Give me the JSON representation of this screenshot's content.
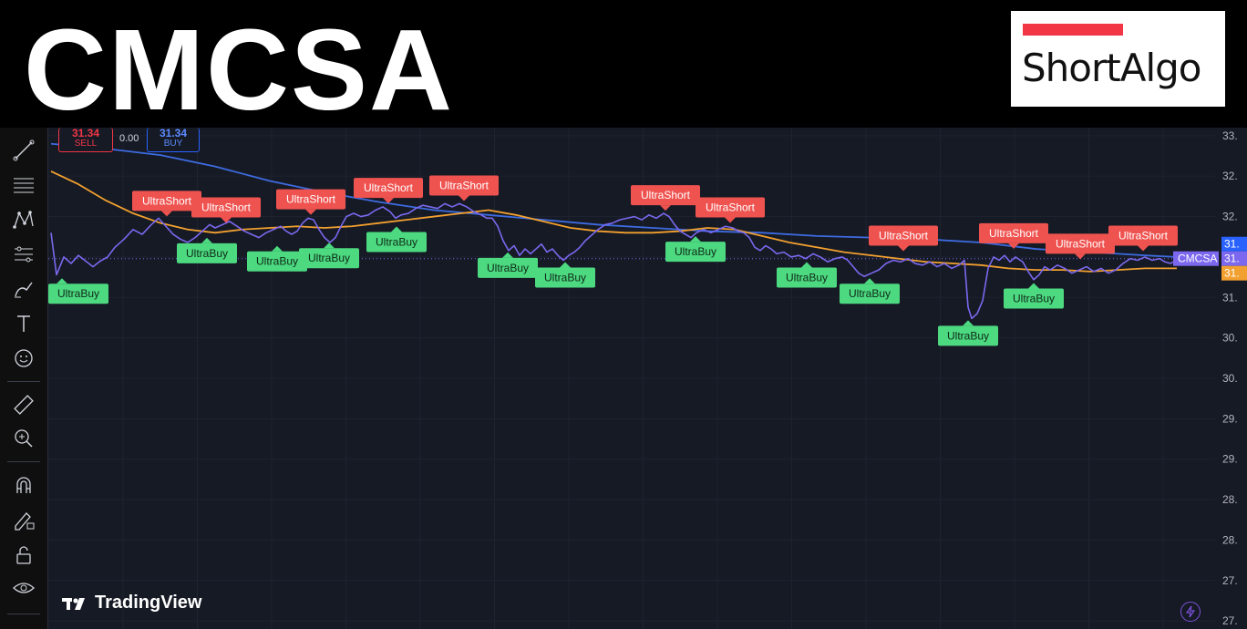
{
  "header": {
    "ticker": "CMCSA",
    "logo_text": "ShortAlgo",
    "logo_bar_color": "#f23645"
  },
  "trade": {
    "sell_price": "31.34",
    "sell_label": "SELL",
    "spread": "0.00",
    "buy_price": "31.34",
    "buy_label": "BUY"
  },
  "branding": {
    "tradingview": "TradingView"
  },
  "toolbar": {
    "tools": [
      "trend-line-icon",
      "horizontal-lines-icon",
      "pattern-icon",
      "fib-icon",
      "brush-icon",
      "text-icon",
      "emoji-icon",
      "ruler-icon",
      "zoom-icon",
      "magnet-icon",
      "lock-drawings-icon",
      "unlock-icon",
      "eye-icon"
    ]
  },
  "chart_data": {
    "type": "line",
    "symbol": "CMCSA",
    "ylim": [
      26.9,
      33.1
    ],
    "y_tick_labels": [
      "33.",
      "32.",
      "32.",
      "31.",
      "31.",
      "30.",
      "30.",
      "29.",
      "29.",
      "28.",
      "28.",
      "27.",
      "27."
    ],
    "y_ticks": [
      33.0,
      32.5,
      32.0,
      31.5,
      31.0,
      30.5,
      30.0,
      29.5,
      29.0,
      28.5,
      28.0,
      27.5,
      27.0
    ],
    "grid": true,
    "colors": {
      "price": "#7b68ee",
      "ma_slow": "#3d6be0",
      "ma_fast": "#f2a02f",
      "buy": "#4cd980",
      "short": "#ef5350"
    },
    "series": [
      {
        "role": "price",
        "points": [
          [
            0,
            31.8
          ],
          [
            6,
            31.28
          ],
          [
            14,
            31.5
          ],
          [
            22,
            31.42
          ],
          [
            30,
            31.52
          ],
          [
            38,
            31.45
          ],
          [
            46,
            31.38
          ],
          [
            54,
            31.45
          ],
          [
            62,
            31.5
          ],
          [
            70,
            31.62
          ],
          [
            80,
            31.72
          ],
          [
            90,
            31.84
          ],
          [
            100,
            31.78
          ],
          [
            110,
            31.9
          ],
          [
            118,
            31.98
          ],
          [
            126,
            31.88
          ],
          [
            134,
            31.78
          ],
          [
            142,
            31.72
          ],
          [
            150,
            31.68
          ],
          [
            158,
            31.74
          ],
          [
            166,
            31.82
          ],
          [
            174,
            31.9
          ],
          [
            180,
            31.86
          ],
          [
            188,
            31.9
          ],
          [
            196,
            31.94
          ],
          [
            204,
            31.88
          ],
          [
            212,
            31.82
          ],
          [
            220,
            31.78
          ],
          [
            228,
            31.74
          ],
          [
            236,
            31.8
          ],
          [
            244,
            31.84
          ],
          [
            252,
            31.88
          ],
          [
            258,
            31.82
          ],
          [
            264,
            31.78
          ],
          [
            270,
            31.82
          ],
          [
            276,
            31.92
          ],
          [
            282,
            31.98
          ],
          [
            288,
            31.96
          ],
          [
            294,
            31.84
          ],
          [
            300,
            31.74
          ],
          [
            306,
            31.68
          ],
          [
            312,
            31.74
          ],
          [
            318,
            31.88
          ],
          [
            324,
            32.0
          ],
          [
            332,
            32.04
          ],
          [
            340,
            32.0
          ],
          [
            348,
            32.02
          ],
          [
            356,
            32.08
          ],
          [
            364,
            32.12
          ],
          [
            372,
            32.06
          ],
          [
            378,
            31.98
          ],
          [
            384,
            32.02
          ],
          [
            392,
            32.04
          ],
          [
            400,
            32.1
          ],
          [
            408,
            32.14
          ],
          [
            416,
            32.12
          ],
          [
            424,
            32.1
          ],
          [
            432,
            32.16
          ],
          [
            440,
            32.12
          ],
          [
            448,
            32.16
          ],
          [
            456,
            32.12
          ],
          [
            464,
            32.06
          ],
          [
            472,
            32.02
          ],
          [
            478,
            31.98
          ],
          [
            484,
            31.98
          ],
          [
            490,
            31.88
          ],
          [
            496,
            31.7
          ],
          [
            502,
            31.58
          ],
          [
            508,
            31.64
          ],
          [
            514,
            31.52
          ],
          [
            520,
            31.6
          ],
          [
            526,
            31.54
          ],
          [
            532,
            31.6
          ],
          [
            538,
            31.66
          ],
          [
            544,
            31.56
          ],
          [
            550,
            31.6
          ],
          [
            556,
            31.52
          ],
          [
            562,
            31.46
          ],
          [
            568,
            31.52
          ],
          [
            574,
            31.56
          ],
          [
            580,
            31.62
          ],
          [
            586,
            31.7
          ],
          [
            592,
            31.76
          ],
          [
            600,
            31.84
          ],
          [
            608,
            31.9
          ],
          [
            616,
            31.92
          ],
          [
            624,
            31.96
          ],
          [
            632,
            31.98
          ],
          [
            640,
            32.0
          ],
          [
            648,
            31.96
          ],
          [
            656,
            32.02
          ],
          [
            664,
            31.98
          ],
          [
            672,
            32.04
          ],
          [
            678,
            32.0
          ],
          [
            684,
            31.9
          ],
          [
            690,
            31.82
          ],
          [
            696,
            31.78
          ],
          [
            702,
            31.74
          ],
          [
            708,
            31.8
          ],
          [
            716,
            31.84
          ],
          [
            724,
            31.8
          ],
          [
            732,
            31.84
          ],
          [
            740,
            31.88
          ],
          [
            748,
            31.86
          ],
          [
            754,
            31.82
          ],
          [
            760,
            31.8
          ],
          [
            766,
            31.74
          ],
          [
            772,
            31.62
          ],
          [
            778,
            31.58
          ],
          [
            784,
            31.64
          ],
          [
            790,
            31.6
          ],
          [
            796,
            31.54
          ],
          [
            804,
            31.56
          ],
          [
            812,
            31.5
          ],
          [
            820,
            31.52
          ],
          [
            828,
            31.48
          ],
          [
            836,
            31.54
          ],
          [
            844,
            31.5
          ],
          [
            852,
            31.44
          ],
          [
            860,
            31.48
          ],
          [
            868,
            31.5
          ],
          [
            874,
            31.46
          ],
          [
            880,
            31.38
          ],
          [
            886,
            31.3
          ],
          [
            892,
            31.26
          ],
          [
            900,
            31.3
          ],
          [
            908,
            31.34
          ],
          [
            916,
            31.42
          ],
          [
            924,
            31.46
          ],
          [
            932,
            31.44
          ],
          [
            940,
            31.48
          ],
          [
            948,
            31.42
          ],
          [
            956,
            31.4
          ],
          [
            964,
            31.44
          ],
          [
            972,
            31.38
          ],
          [
            980,
            31.42
          ],
          [
            988,
            31.36
          ],
          [
            996,
            31.4
          ],
          [
            1002,
            31.46
          ],
          [
            1006,
            30.88
          ],
          [
            1010,
            30.74
          ],
          [
            1016,
            30.8
          ],
          [
            1022,
            30.96
          ],
          [
            1028,
            31.36
          ],
          [
            1034,
            31.5
          ],
          [
            1040,
            31.46
          ],
          [
            1046,
            31.52
          ],
          [
            1052,
            31.44
          ],
          [
            1058,
            31.5
          ],
          [
            1066,
            31.44
          ],
          [
            1072,
            31.32
          ],
          [
            1078,
            31.22
          ],
          [
            1084,
            31.28
          ],
          [
            1090,
            31.38
          ],
          [
            1096,
            31.34
          ],
          [
            1104,
            31.4
          ],
          [
            1112,
            31.36
          ],
          [
            1120,
            31.3
          ],
          [
            1128,
            31.34
          ],
          [
            1136,
            31.38
          ],
          [
            1144,
            31.32
          ],
          [
            1152,
            31.36
          ],
          [
            1160,
            31.3
          ],
          [
            1168,
            31.34
          ],
          [
            1176,
            31.42
          ],
          [
            1184,
            31.48
          ],
          [
            1192,
            31.46
          ],
          [
            1200,
            31.5
          ],
          [
            1208,
            31.46
          ],
          [
            1216,
            31.48
          ],
          [
            1222,
            31.44
          ],
          [
            1228,
            31.42
          ],
          [
            1234,
            31.46
          ]
        ]
      },
      {
        "role": "ma_slow",
        "points": [
          [
            0,
            32.9
          ],
          [
            60,
            32.84
          ],
          [
            120,
            32.76
          ],
          [
            180,
            32.62
          ],
          [
            240,
            32.44
          ],
          [
            300,
            32.3
          ],
          [
            360,
            32.18
          ],
          [
            420,
            32.08
          ],
          [
            480,
            32.02
          ],
          [
            540,
            31.96
          ],
          [
            600,
            31.9
          ],
          [
            660,
            31.86
          ],
          [
            720,
            31.82
          ],
          [
            780,
            31.8
          ],
          [
            840,
            31.76
          ],
          [
            900,
            31.74
          ],
          [
            960,
            31.72
          ],
          [
            1020,
            31.68
          ],
          [
            1080,
            31.6
          ],
          [
            1140,
            31.56
          ],
          [
            1200,
            31.52
          ],
          [
            1235,
            31.5
          ]
        ]
      },
      {
        "role": "ma_fast",
        "points": [
          [
            0,
            32.56
          ],
          [
            30,
            32.4
          ],
          [
            60,
            32.2
          ],
          [
            90,
            32.04
          ],
          [
            120,
            31.92
          ],
          [
            150,
            31.84
          ],
          [
            180,
            31.8
          ],
          [
            210,
            31.84
          ],
          [
            240,
            31.86
          ],
          [
            270,
            31.88
          ],
          [
            300,
            31.86
          ],
          [
            330,
            31.88
          ],
          [
            360,
            31.92
          ],
          [
            390,
            31.96
          ],
          [
            420,
            32.0
          ],
          [
            450,
            32.04
          ],
          [
            480,
            32.08
          ],
          [
            510,
            32.02
          ],
          [
            540,
            31.94
          ],
          [
            570,
            31.86
          ],
          [
            600,
            31.82
          ],
          [
            630,
            31.8
          ],
          [
            660,
            31.8
          ],
          [
            690,
            31.82
          ],
          [
            720,
            31.86
          ],
          [
            750,
            31.84
          ],
          [
            780,
            31.76
          ],
          [
            810,
            31.68
          ],
          [
            840,
            31.62
          ],
          [
            870,
            31.56
          ],
          [
            900,
            31.52
          ],
          [
            930,
            31.48
          ],
          [
            960,
            31.44
          ],
          [
            990,
            31.42
          ],
          [
            1020,
            31.4
          ],
          [
            1050,
            31.36
          ],
          [
            1080,
            31.34
          ],
          [
            1110,
            31.34
          ],
          [
            1140,
            31.32
          ],
          [
            1170,
            31.34
          ],
          [
            1200,
            31.36
          ],
          [
            1235,
            31.36
          ]
        ]
      }
    ],
    "current_price_line": 31.48,
    "ultra_short": {
      "label": "UltraShort",
      "points": [
        [
          127,
          31.98
        ],
        [
          192,
          31.9
        ],
        [
          285,
          32.0
        ],
        [
          370,
          32.14
        ],
        [
          453,
          32.17
        ],
        [
          674,
          32.05
        ],
        [
          745,
          31.9
        ],
        [
          935,
          31.55
        ],
        [
          1056,
          31.58
        ],
        [
          1129,
          31.45
        ],
        [
          1198,
          31.55
        ]
      ]
    },
    "ultra_buy": {
      "label": "UltraBuy",
      "points": [
        [
          12,
          31.26
        ],
        [
          171,
          31.76
        ],
        [
          248,
          31.66
        ],
        [
          305,
          31.7
        ],
        [
          379,
          31.9
        ],
        [
          501,
          31.58
        ],
        [
          564,
          31.46
        ],
        [
          707,
          31.78
        ],
        [
          829,
          31.46
        ],
        [
          898,
          31.26
        ],
        [
          1006,
          30.74
        ],
        [
          1078,
          31.2
        ]
      ]
    },
    "price_labels": [
      {
        "text": "31.",
        "color": "#2962ff",
        "value": 31.66
      },
      {
        "text": "31.",
        "color": "#7b68ee",
        "value": 31.48
      },
      {
        "text": "31.",
        "color": "#f2a02f",
        "value": 31.3
      }
    ],
    "symbol_tag": {
      "text": "CMCSA",
      "color": "#7b68ee"
    }
  }
}
